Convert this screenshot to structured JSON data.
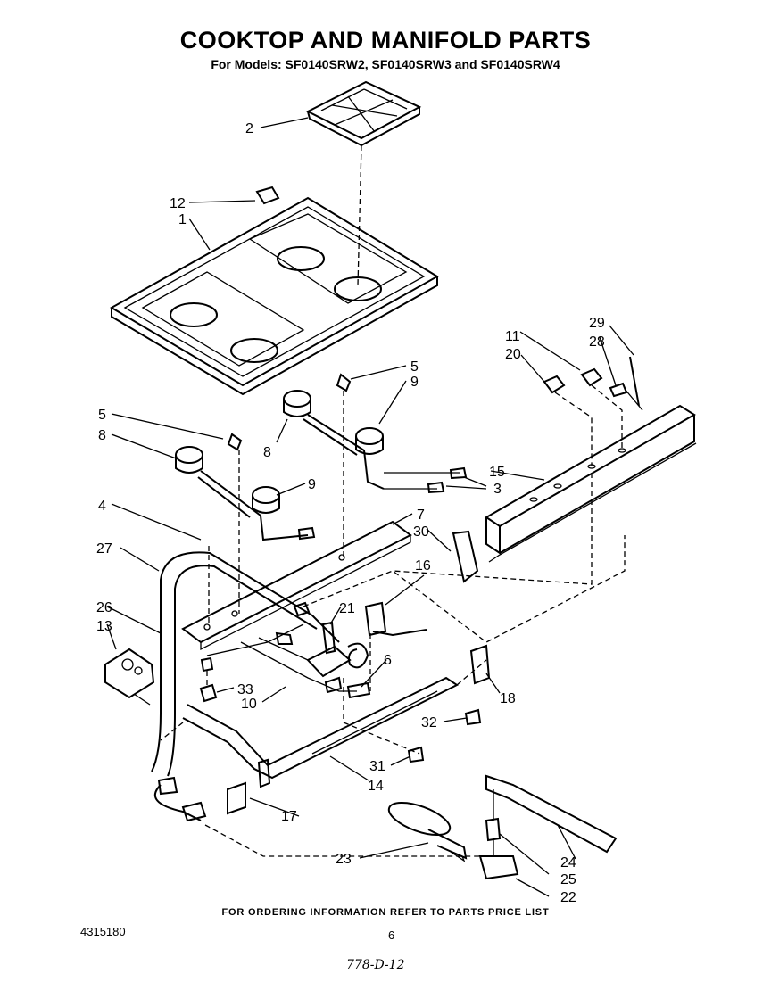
{
  "header": {
    "title": "COOKTOP AND MANIFOLD PARTS",
    "subtitle": "For Models: SF0140SRW2, SF0140SRW3 and SF0140SRW4"
  },
  "callouts": {
    "c1": "1",
    "c2": "2",
    "c3": "3",
    "c4": "4",
    "c5a": "5",
    "c5b": "5",
    "c6": "6",
    "c7": "7",
    "c8a": "8",
    "c8b": "8",
    "c9a": "9",
    "c9b": "9",
    "c10": "10",
    "c11": "11",
    "c12": "12",
    "c13": "13",
    "c14": "14",
    "c15": "15",
    "c16": "16",
    "c17": "17",
    "c18": "18",
    "c20": "20",
    "c21": "21",
    "c22": "22",
    "c23": "23",
    "c24": "24",
    "c25": "25",
    "c26": "26",
    "c27": "27",
    "c28": "28",
    "c29": "29",
    "c30": "30",
    "c31": "31",
    "c32": "32",
    "c33": "33"
  },
  "footer": {
    "ordering_note": "FOR ORDERING INFORMATION REFER TO PARTS PRICE LIST",
    "doc_number": "4315180",
    "page_number": "6",
    "handwritten_code": "778-D-12"
  }
}
